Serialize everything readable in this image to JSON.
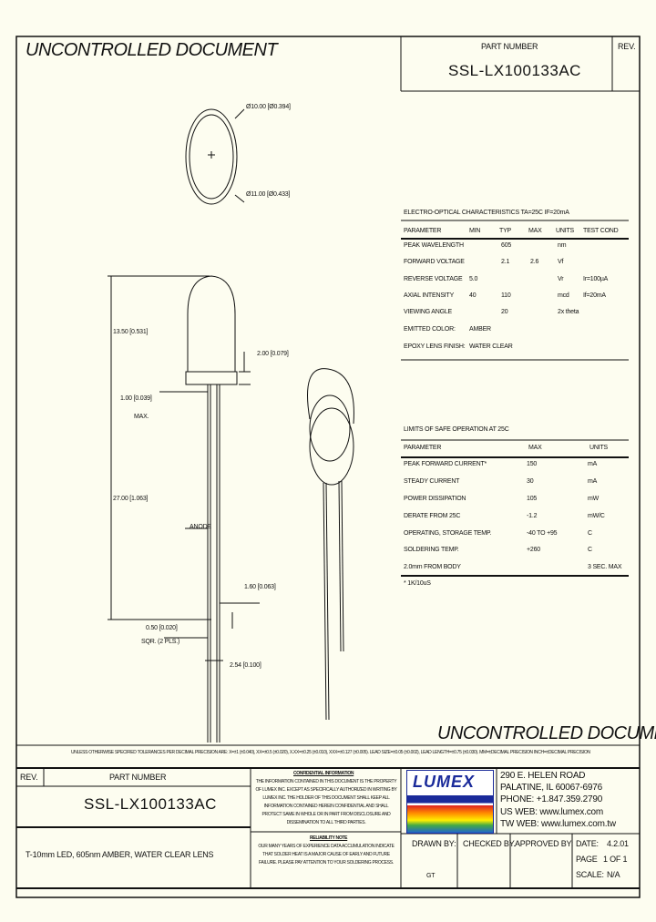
{
  "header": {
    "uncontrolled": "UNCONTROLLED DOCUMENT",
    "part_number_label": "PART NUMBER",
    "part_number": "SSL-LX100133AC",
    "rev_label": "REV."
  },
  "drawing": {
    "top_inner_dia": "Ø10.00 [Ø0.394]",
    "top_outer_dia": "Ø11.00 [Ø0.433]",
    "height": "13.50 [0.531]",
    "flange": "2.00 [0.079]",
    "standoff": "1.00 [0.039]",
    "standoff_note": "MAX.",
    "lead_length": "27.00 [1.063]",
    "anode": "ANODE",
    "lead_offset": "1.60 [0.063]",
    "lead_size": "0.50 [0.020]",
    "lead_size_note": "SQR. (2 PLS.)",
    "pitch": "2.54 [0.100]"
  },
  "electro_optical": {
    "title": "ELECTRO-OPTICAL CHARACTERISTICS TA=25C     IF=20mA",
    "headers": [
      "PARAMETER",
      "MIN",
      "TYP",
      "MAX",
      "UNITS",
      "TEST COND"
    ],
    "rows": [
      [
        "PEAK WAVELENGTH",
        "",
        "605",
        "",
        "nm",
        ""
      ],
      [
        "FORWARD VOLTAGE",
        "",
        "2.1",
        "2.6",
        "Vf",
        ""
      ],
      [
        "REVERSE VOLTAGE",
        "5.0",
        "",
        "",
        "Vr",
        "Ir=100µA"
      ],
      [
        "AXIAL INTENSITY",
        "40",
        "110",
        "",
        "mcd",
        "If=20mA"
      ],
      [
        "VIEWING ANGLE",
        "",
        "20",
        "",
        "2x theta",
        ""
      ],
      [
        "EMITTED COLOR:",
        "AMBER",
        "",
        "",
        "",
        ""
      ],
      [
        "EPOXY LENS FINISH:",
        "WATER CLEAR",
        "",
        "",
        "",
        ""
      ]
    ]
  },
  "safe_operation": {
    "title": "LIMITS OF SAFE OPERATION AT 25C",
    "headers": [
      "PARAMETER",
      "MAX",
      "UNITS"
    ],
    "rows": [
      [
        "PEAK FORWARD CURRENT*",
        "150",
        "mA"
      ],
      [
        "STEADY CURRENT",
        "30",
        "mA"
      ],
      [
        "POWER DISSIPATION",
        "105",
        "mW"
      ],
      [
        "DERATE FROM 25C",
        "-1.2",
        "mW/C"
      ],
      [
        "OPERATING, STORAGE TEMP.",
        "-40 TO +95",
        "C"
      ],
      [
        "SOLDERING TEMP.",
        "+260",
        "C"
      ],
      [
        "2.0mm FROM BODY",
        "",
        "3 SEC. MAX"
      ]
    ],
    "footnote": "* 1K/10uS"
  },
  "footer": {
    "uncontrolled": "UNCONTROLLED DOCUMENT",
    "tolerance": "UNLESS OTHERWISE SPECIFIED TOLERANCES PER DECIMAL PRECISION ARE: X=±1 (±0.040), XX=±0.5 (±0.020), X.XX=±0.25 (±0.010), XXX=±0.127 (±0.005). LEAD SIZE=±0.05 (±0.002), LEAD LENGTH=±0.75 (±0.030). MM=±DECIMAL PRECISION  INCH=±DECIMAL PRECISION",
    "rev_label": "REV.",
    "part_number_label": "PART NUMBER",
    "part_number": "SSL-LX100133AC",
    "description": "T-10mm LED, 605nm AMBER, WATER CLEAR LENS",
    "confidential_title": "CONFIDENTIAL INFORMATION",
    "confidential_text": "THE INFORMATION CONTAINED IN THIS DOCUMENT IS THE PROPERTY OF LUMEX INC. EXCEPT AS SPECIFICALLY AUTHORIZED IN WRITING BY LUMEX INC. THE HOLDER OF THIS DOCUMENT SHALL KEEP ALL INFORMATION CONTAINED HEREIN CONFIDENTIAL AND SHALL PROTECT SAME IN WHOLE OR IN PART FROM DISCLOSURE AND DISSEMINATION TO ALL THIRD PARTIES.",
    "reliability_title": "RELIABILITY NOTE",
    "reliability_text": "OUR MANY YEARS OF EXPERIENCE DATA ACCUMULATION INDICATE THAT SOLDER HEAT IS A MAJOR CAUSE OF EARLY AND FUTURE FAILURE. PLEASE PAY ATTENTION TO YOUR SOLDERING PROCESS.",
    "logo": "LUMEX",
    "address": [
      "290 E. HELEN ROAD",
      "PALATINE, IL  60067-6976",
      "PHONE: +1.847.359.2790",
      "US WEB: www.lumex.com",
      "TW WEB: www.lumex.com.tw"
    ],
    "drawn_by_label": "DRAWN BY:",
    "drawn_by": "GT",
    "checked_by_label": "CHECKED BY.",
    "approved_by_label": "APPROVED BY:",
    "date_label": "DATE:",
    "date": "4.2.01",
    "page_label": "PAGE",
    "page": "1 OF 1",
    "scale_label": "SCALE:",
    "scale": "N/A"
  }
}
